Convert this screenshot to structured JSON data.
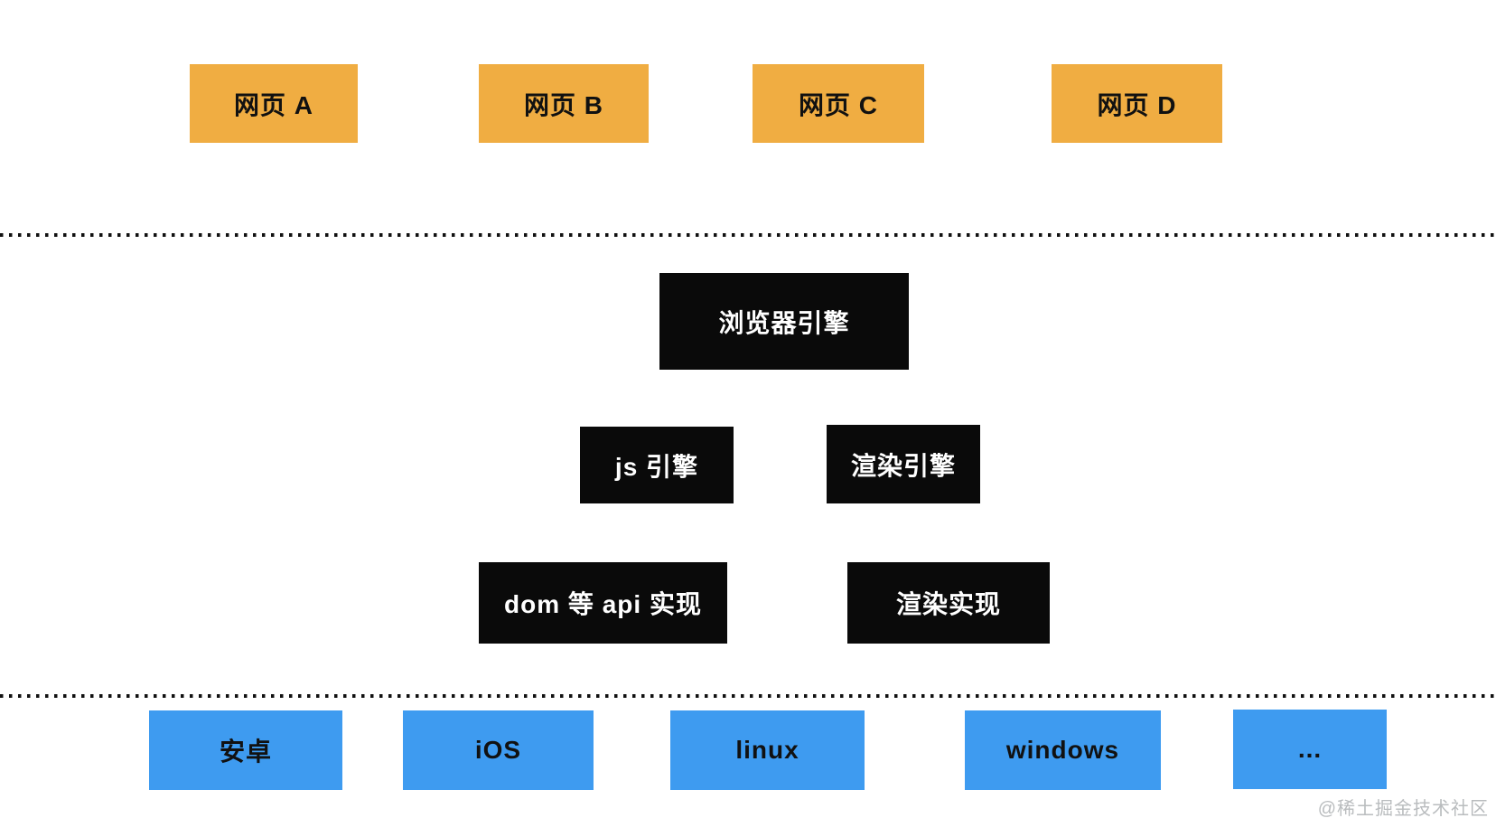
{
  "diagram": {
    "pages_row": {
      "items": [
        {
          "label": "网页 A"
        },
        {
          "label": "网页 B"
        },
        {
          "label": "网页 C"
        },
        {
          "label": "网页 D"
        }
      ]
    },
    "engine_layer": {
      "browser_engine": "浏览器引擎",
      "js_engine": "js 引擎",
      "render_engine": "渲染引擎",
      "dom_api_impl": "dom 等 api 实现",
      "render_impl": "渲染实现"
    },
    "os_row": {
      "items": [
        {
          "label": "安卓"
        },
        {
          "label": "iOS"
        },
        {
          "label": "linux"
        },
        {
          "label": "windows"
        },
        {
          "label": "..."
        }
      ]
    },
    "watermark": "@稀土掘金技术社区",
    "colors": {
      "page_box": "#F0AD42",
      "engine_box": "#0A0A0A",
      "os_box": "#3E9BF0",
      "divider_dots": "#111111",
      "watermark_text": "#B9BCBE",
      "background": "#FFFFFF"
    }
  }
}
